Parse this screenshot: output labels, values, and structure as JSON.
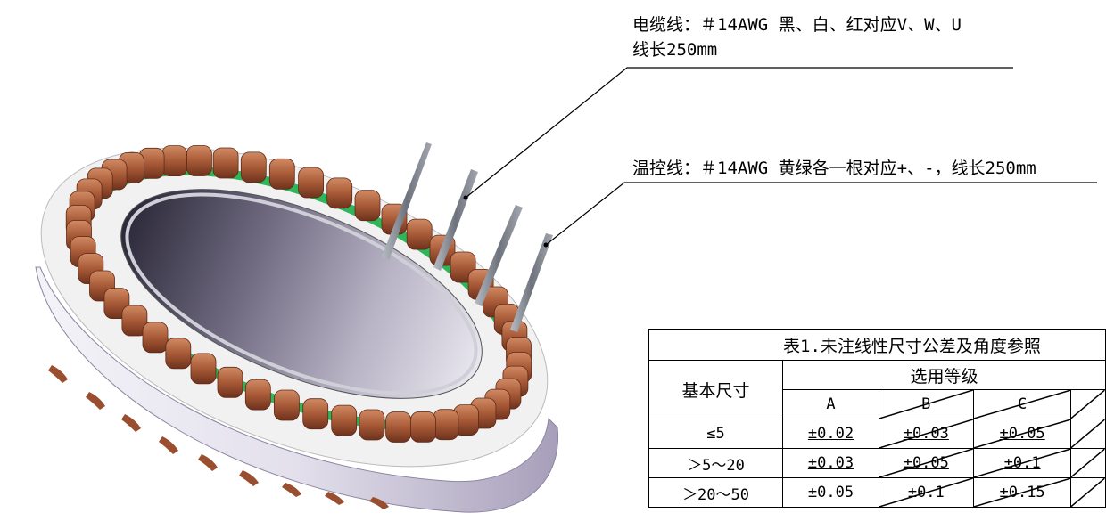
{
  "annotations": {
    "cable_line1": "电缆线：＃14AWG 黑、白、红对应V、W、U",
    "cable_line2": "线长250mm",
    "thermo_line": "温控线：＃14AWG 黄绿各一根对应+、-，线长250mm"
  },
  "table": {
    "title": "表1.未注线性尺寸公差及角度参照",
    "col_basic": "基本尺寸",
    "col_grade": "选用等级",
    "grades": [
      "A",
      "B",
      "C",
      ""
    ],
    "rows": [
      {
        "size": "≤5",
        "a": "±0.02",
        "b": "±0.03",
        "c": "±0.05",
        "d": ""
      },
      {
        "size": "＞5～20",
        "a": "±0.03",
        "b": "±0.05",
        "c": "±0.1",
        "d": ""
      },
      {
        "size": "＞20～50",
        "a": "±0.05",
        "b": "±0.1",
        "c": "±0.15",
        "d": ""
      }
    ]
  },
  "colors": {
    "copper": "#b5653f",
    "copper_dark": "#7a3a22",
    "insulation": "#2fb55a",
    "ring": "#c9c5d8",
    "ring_dark": "#55506a",
    "lead": "#8a8f98"
  }
}
